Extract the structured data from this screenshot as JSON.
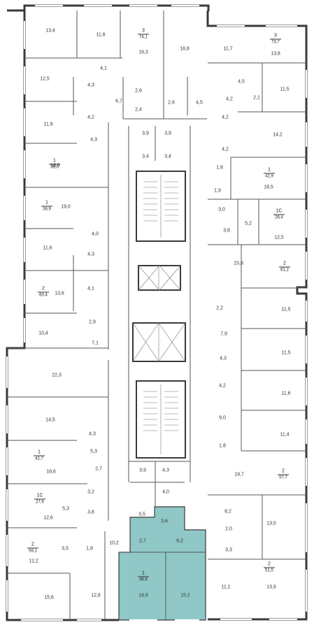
{
  "colors": {
    "wall": "#3a3a3a",
    "highlight": "#8fc8c6",
    "stroke": "#555555"
  },
  "highlight_apartment": {
    "rooms": "1",
    "total": "46,6"
  },
  "apartments": [
    {
      "rooms": "3",
      "total": "74,1"
    },
    {
      "rooms": "3",
      "total": "73,7"
    },
    {
      "rooms": "1",
      "total": "39,0"
    },
    {
      "rooms": "1",
      "total": "42,9"
    },
    {
      "rooms": "1",
      "total": "38,9"
    },
    {
      "rooms": "1С",
      "total": "26,4"
    },
    {
      "rooms": "2",
      "total": "61,2"
    },
    {
      "rooms": "2",
      "total": "60,4"
    },
    {
      "rooms": "1",
      "total": "42,7"
    },
    {
      "rooms": "2",
      "total": "57,7"
    },
    {
      "rooms": "1С",
      "total": "27,6"
    },
    {
      "rooms": "2",
      "total": "56,1"
    },
    {
      "rooms": "2",
      "total": "51,5"
    }
  ],
  "rooms": [
    "13,4",
    "11,8",
    "16,3",
    "18,8",
    "11,7",
    "13,8",
    "12,5",
    "4,1",
    "4,3",
    "6,7",
    "2,6",
    "2,6",
    "2,4",
    "4,5",
    "4,5",
    "4,2",
    "11,5",
    "2,1",
    "11,9",
    "4,2",
    "3,9",
    "3,9",
    "4,2",
    "14,2",
    "4,3",
    "3,4",
    "3,4",
    "4,2",
    "18,6",
    "1,8",
    "18,5",
    "1,9",
    "19,0",
    "3,0",
    "5,2",
    "3,8",
    "12,5",
    "4,0",
    "11,6",
    "4,3",
    "23,8",
    "4,1",
    "13,6",
    "2,2",
    "11,5",
    "2,9",
    "7,9",
    "10,4",
    "7,1",
    "11,5",
    "4,3",
    "22,3",
    "4,2",
    "11,6",
    "9,0",
    "14,5",
    "4,3",
    "11,4",
    "5,3",
    "1,8",
    "18,6",
    "2,7",
    "19,7",
    "3,9",
    "4,3",
    "4,0",
    "3,2",
    "8,2",
    "5,3",
    "3,8",
    "12,6",
    "3,5",
    "3,6",
    "2,0",
    "13,0",
    "3,3",
    "2,7",
    "8,2",
    "10,2",
    "3,5",
    "1,8",
    "12,2",
    "15,6",
    "12,8",
    "16,9",
    "15,2",
    "11,1",
    "13,9"
  ]
}
